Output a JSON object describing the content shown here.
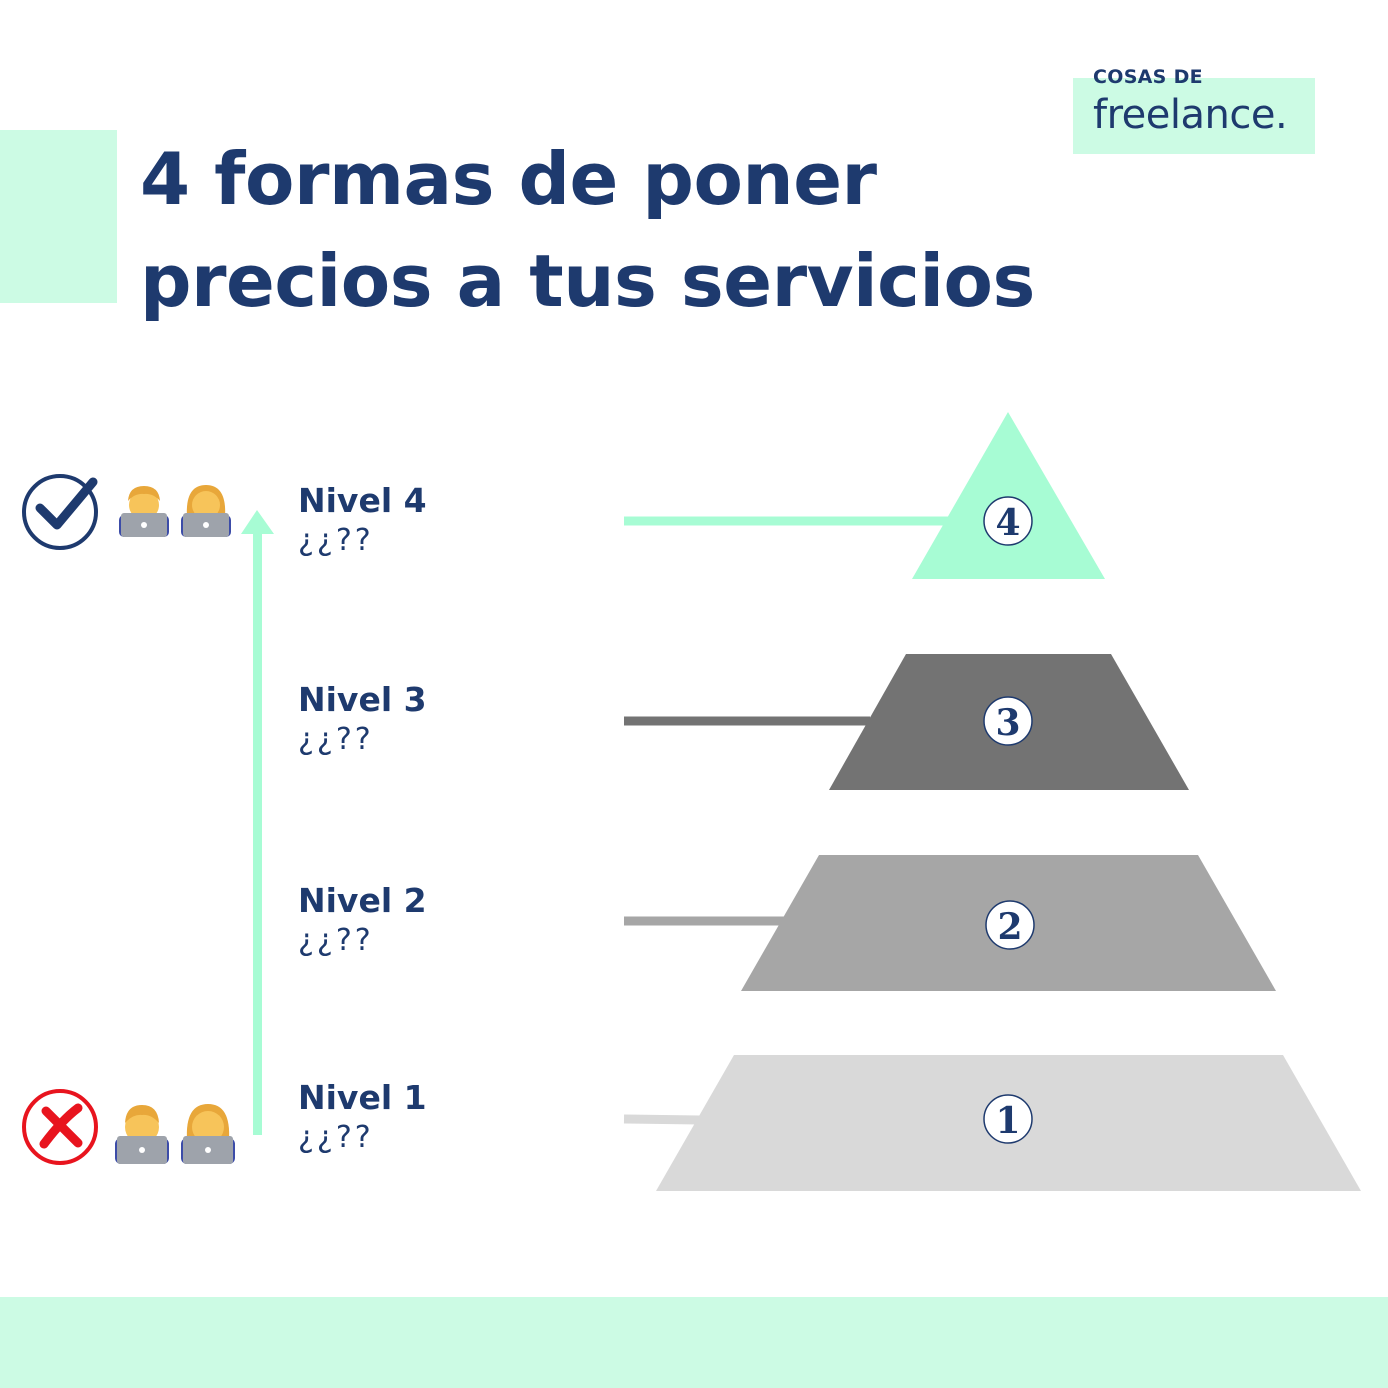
{
  "title": {
    "line1": "4 formas de poner",
    "line2": "precios a tus servicios"
  },
  "logo": {
    "top": "COSAS DE",
    "main": "freelance."
  },
  "levels": [
    {
      "name": "Nivel 4",
      "desc": "¿¿??",
      "number": "4",
      "color": "#a7fcd4"
    },
    {
      "name": "Nivel 3",
      "desc": "¿¿??",
      "number": "3",
      "color": "#737373"
    },
    {
      "name": "Nivel 2",
      "desc": "¿¿??",
      "number": "2",
      "color": "#a6a6a6"
    },
    {
      "name": "Nivel 1",
      "desc": "¿¿??",
      "number": "1",
      "color": "#d9d9d9"
    }
  ],
  "icons": {
    "top_status": "check-circle-icon",
    "bottom_status": "cross-circle-icon",
    "people": [
      "man-technologist-icon",
      "woman-technologist-icon"
    ]
  },
  "colors": {
    "navy": "#1e3a6e",
    "mint": "#a7fcd4",
    "mint_light": "#ccfbe4",
    "red": "#e8141e"
  }
}
